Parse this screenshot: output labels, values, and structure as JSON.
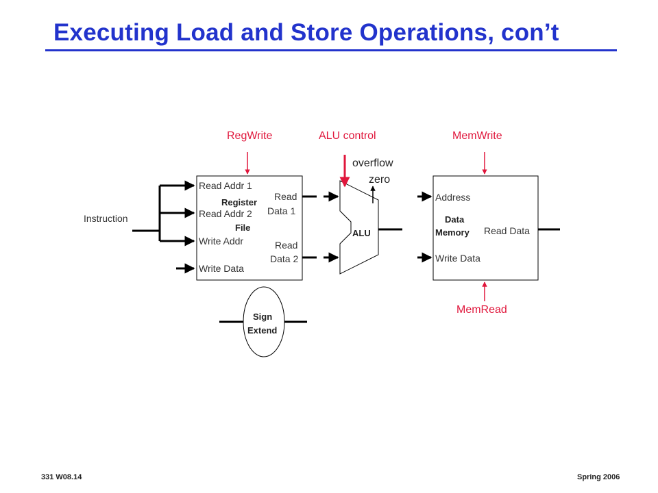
{
  "title": "Executing Load and Store Operations, con’t",
  "control": {
    "regwrite": "RegWrite",
    "alu_control": "ALU control",
    "memwrite": "MemWrite",
    "memread": "MemRead"
  },
  "alu": {
    "overflow": "overflow",
    "zero": "zero",
    "label": "ALU"
  },
  "instruction": "Instruction",
  "register_file": {
    "read_addr1": "Read Addr 1",
    "title_line1": "Register",
    "read_addr2": "Read Addr 2",
    "title_line2": "File",
    "write_addr": "Write Addr",
    "write_data": "Write Data",
    "read_data1_line1": "Read",
    "read_data1_line2": "Data 1",
    "read_data2_line1": "Read",
    "read_data2_line2": "Data 2"
  },
  "data_memory": {
    "address": "Address",
    "title_line1": "Data",
    "title_line2": "Memory",
    "read_data": "Read Data",
    "write_data": "Write Data"
  },
  "sign_extend": {
    "line1": "Sign",
    "line2": "Extend"
  },
  "footer": {
    "left": "331  W08.14",
    "right": "Spring 2006"
  },
  "colors": {
    "title": "#2233cc",
    "control": "#e0173c",
    "wire": "#000000"
  }
}
